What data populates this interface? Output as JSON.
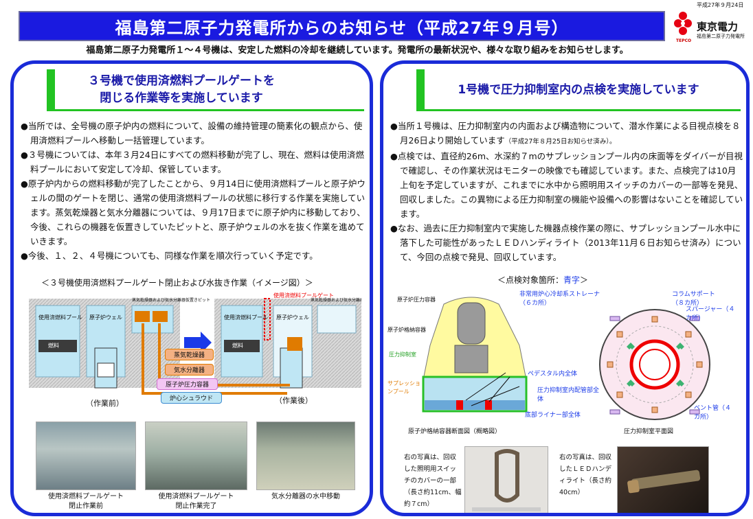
{
  "header": {
    "date": "平成27年９月24日",
    "title": "福島第二原子力発電所からのお知らせ（平成27年９月号）",
    "logo_name": "東京電力",
    "logo_sub": "福島第二原子力発電所",
    "logo_tepco": "TEPCO",
    "subtitle": "福島第二原子力発電所１～４号機は、安定した燃料の冷却を継続しています。発電所の最新状況や、様々な取り組みをお知らせします。"
  },
  "left": {
    "title_line1": "３号機で使用済燃料プールゲートを",
    "title_line2": "閉じる作業等を実施しています",
    "bullets": [
      "●当所では、全号機の原子炉内の燃料について、設備の維持管理の簡素化の観点から、使用済燃料プールへ移動し一括管理しています。",
      "●３号機については、本年３月24日にすべての燃料移動が完了し、現在、燃料は使用済燃料プールにおいて安定して冷却、保管しています。",
      "●原子炉内からの燃料移動が完了したことから、９月14日に使用済燃料プールと原子炉ウェルの間のゲートを閉じ、通常の使用済燃料プールの状態に移行する作業を実施しています。蒸気乾燥器と気水分離器については、９月17日までに原子炉内に移動しており、今後、これらの機器を仮置きしていたピットと、原子炉ウェルの水を抜く作業を進めていきます。",
      "●今後、１、２、４号機についても、同様な作業を順次行っていく予定です。"
    ],
    "diagram": {
      "caption": "＜３号機使用済燃料プールゲート閉止および水抜き作業（イメージ図）＞",
      "pool": "使用済燃料プール",
      "fuel": "燃料",
      "reactor_well": "原子炉ウェル",
      "pit": "蒸気乾燥器および気水分離器仮置きピット",
      "gate": "使用済燃料プールゲート",
      "steam_dryer": "蒸気乾燥器",
      "separator": "気水分離器",
      "vessel": "原子炉圧力容器",
      "shroud": "炉心シュラウド",
      "before": "（作業前）",
      "after": "（作業後）"
    },
    "photos": [
      {
        "cap1": "使用済燃料プールゲート",
        "cap2": "閉止作業前"
      },
      {
        "cap1": "使用済燃料プールゲート",
        "cap2": "閉止作業完了"
      },
      {
        "cap1": "気水分離器の水中移動",
        "cap2": ""
      }
    ]
  },
  "right": {
    "title": "1号機で圧力抑制室内の点検を実施しています",
    "bullets": [
      "●当所１号機は、圧力抑制室内の内面および構造物について、潜水作業による目視点検を８月26日より開始しています",
      "●点検では、直径約26m、水深約７mのサプレッションプール内の床面等をダイバーが目視で確認し、その作業状況はモニターの映像でも確認しています。また、点検完了は10月上旬を予定していますが、これまでに水中から照明用スイッチのカバーの一部等を発見、回収しました。この異物による圧力抑制室の機能や設備への影響はないことを確認しています。",
      "●なお、過去に圧力抑制室内で実施した機器点検作業の際に、サプレッションプール水中に落下した可能性があったＬＥＤハンディライト（2013年11月６日お知らせ済み）について、今回の点検で発見、回収しています。"
    ],
    "bullet1_note": "（平成27年８月25日お知らせ済み）。",
    "diagram": {
      "caption": "＜点検対象箇所：",
      "caption_blue": "青字",
      "caption_end": "＞",
      "pcv": "原子炉圧力容器",
      "containment": "原子炉格納容器",
      "suppression_chamber": "圧力抑制室",
      "suppression_pool": "サプレッションプール",
      "strainer": "非常用炉心冷却系ストレーナ（６カ所）",
      "pedestal": "ペデスタル内全体",
      "pipe": "圧力抑制室内配管部全体",
      "liner": "底部ライナー部全体",
      "column": "コラムサポート（８カ所）",
      "sparger": "スパージャー（４カ所）",
      "vent": "ベント管（４カ所）",
      "section_cap": "原子炉格納容器断面図（概略図）",
      "plan_cap": "圧力抑制室平面図"
    },
    "notes": [
      {
        "text": "右の写真は、回収した照明用スイッチのカバーの一部（長さ約11cm、幅約７cm）"
      },
      {
        "text": "右の写真は、回収したＬＥＤハンディライト（長さ約40cm）"
      }
    ]
  },
  "colors": {
    "title_bg": "#1a1ae0",
    "panel_border": "#1a2bd8",
    "accent_green": "#22c322",
    "heading_blue": "#1a1aa8"
  }
}
